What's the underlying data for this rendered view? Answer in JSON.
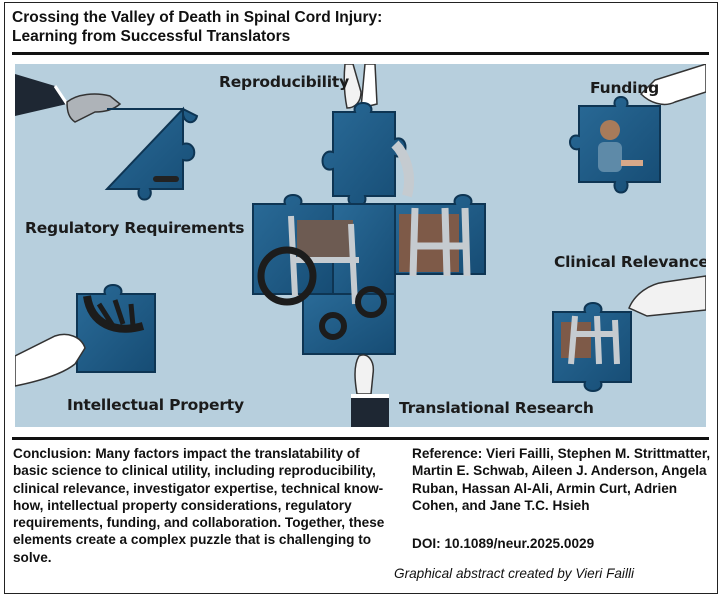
{
  "title": {
    "line1": "Crossing the Valley of Death in Spinal Cord Injury:",
    "line2": "Learning from Successful Translators"
  },
  "figure": {
    "labels": {
      "reproducibility": "Reproducibility",
      "funding": "Funding",
      "regulatory": "Regulatory Requirements",
      "clinical": "Clinical Relevance",
      "intellectual": "Intellectual Property",
      "translational": "Translational Research"
    },
    "colors": {
      "background": "#b7cfdd",
      "puzzle_piece": "#1f5e8c",
      "puzzle_edge": "#0e3553",
      "sleeve": "#1e2733",
      "hand": "#f2f2f2"
    },
    "icons": [
      "puzzle-piece-icon",
      "hand-icon",
      "wheelchair-icon",
      "walker-icon",
      "person-icon"
    ]
  },
  "conclusion": "Conclusion: Many factors impact the translatability of basic science to clinical utility, including reproducibility, clinical relevance, investigator expertise, technical know-how, intellectual property considerations, regulatory requirements, funding, and collaboration. Together, these elements create a complex puzzle that is challenging to solve.",
  "reference": "Reference: Vieri Failli, Stephen M. Strittmatter, Martin E. Schwab, Aileen J. Anderson, Angela Ruban, Hassan Al-Ali, Armin Curt, Adrien Cohen, and Jane T.C. Hsieh",
  "doi": "DOI: 10.1089/neur.2025.0029",
  "credit": "Graphical abstract created by Vieri Failli"
}
